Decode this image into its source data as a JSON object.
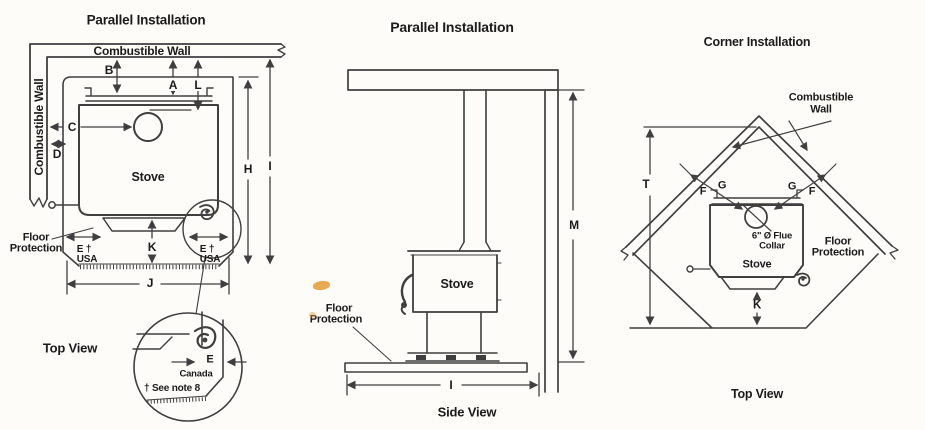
{
  "colors": {
    "background": "#fdfcf9",
    "line": "#3f3f3f",
    "text": "#1b1b1b",
    "artifact": "#e59a33"
  },
  "left_panel": {
    "title": "Parallel Installation",
    "top_wall_label": "Combustible Wall",
    "side_wall_label": "Combustible Wall",
    "stove_label": "Stove",
    "floor_protection_line1": "Floor",
    "floor_protection_line2": "Protection",
    "caption": "Top View",
    "dims": {
      "a": "A",
      "b": "B",
      "c": "C",
      "d": "D",
      "h": "H",
      "i": "I",
      "j": "J",
      "k": "K",
      "l": "L"
    },
    "e_usa_left_line1": "E †",
    "e_usa_left_line2": "USA",
    "e_usa_right_line1": "E †",
    "e_usa_right_line2": "USA",
    "magnifier": {
      "e_label": "E",
      "region": "Canada",
      "note": "† See note 8"
    }
  },
  "middle_panel": {
    "title": "Parallel Installation",
    "stove_label": "Stove",
    "floor_protection_line1": "Floor",
    "floor_protection_line2": "Protection",
    "dims": {
      "m": "M",
      "i": "I"
    },
    "caption": "Side View"
  },
  "right_panel": {
    "title": "Corner Installation",
    "wall_label_line1": "Combustible",
    "wall_label_line2": "Wall",
    "flue_label_line1": "6\" Ø Flue",
    "flue_label_line2": "Collar",
    "stove_label": "Stove",
    "floor_protection_line1": "Floor",
    "floor_protection_line2": "Protection",
    "dims": {
      "t": "T",
      "f_left": "F",
      "g_left": "G",
      "g_right": "G",
      "f_right": "F",
      "k": "K"
    },
    "caption": "Top View"
  }
}
